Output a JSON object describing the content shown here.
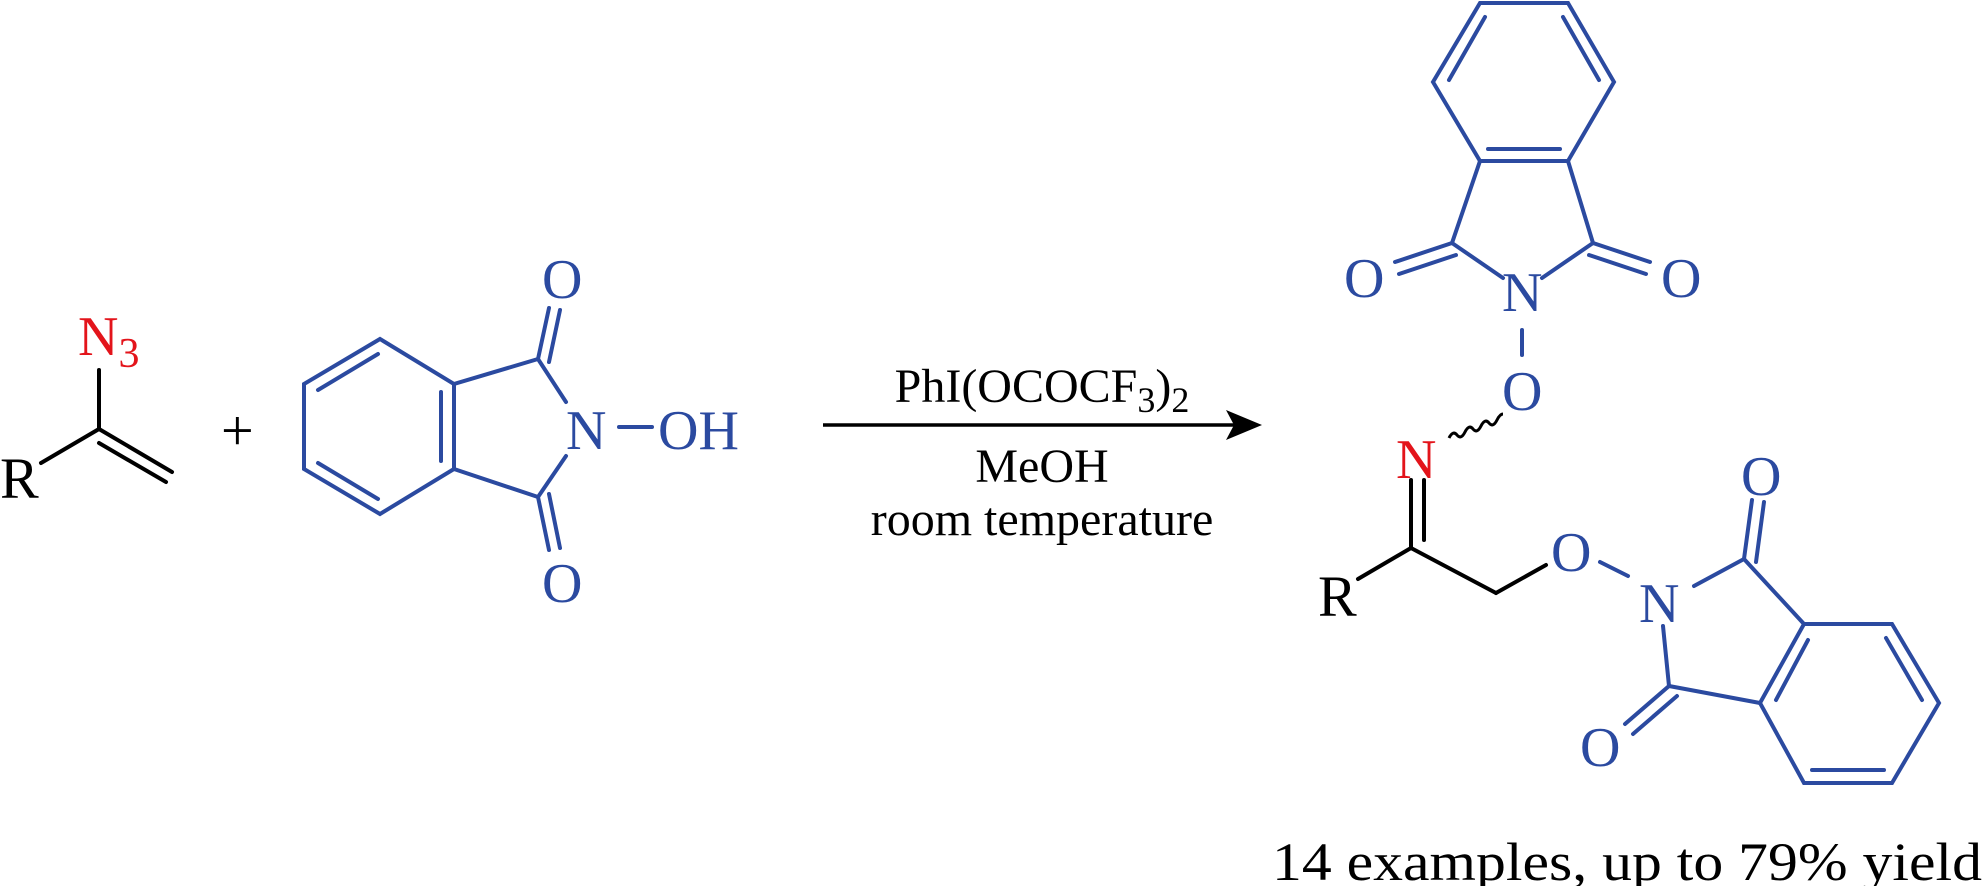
{
  "colors": {
    "reagent": "#2b4aa0",
    "azide": "#e3141b",
    "default": "#000000"
  },
  "reactant1": {
    "r_label": "R",
    "azide_label": "N",
    "azide_sub": "3"
  },
  "plus": "+",
  "reactant2": {
    "o_top": "O",
    "o_bottom": "O",
    "n_label": "N",
    "oh_label": "OH"
  },
  "conditions": {
    "reagent_main": "PhI(OCOCF",
    "reagent_sub1": "3",
    "reagent_close": ")",
    "reagent_sub2": "2",
    "solvent": "MeOH",
    "temperature": "room temperature"
  },
  "product": {
    "o_left": "O",
    "n_top": "N",
    "o_right": "O",
    "o_link": "O",
    "n_imine": "N",
    "r_label": "R",
    "o_ether": "O",
    "n_bottom": "N",
    "o_bottom_top": "O",
    "o_bottom_bottom": "O"
  },
  "summary": "14 examples, up to 79% yield"
}
